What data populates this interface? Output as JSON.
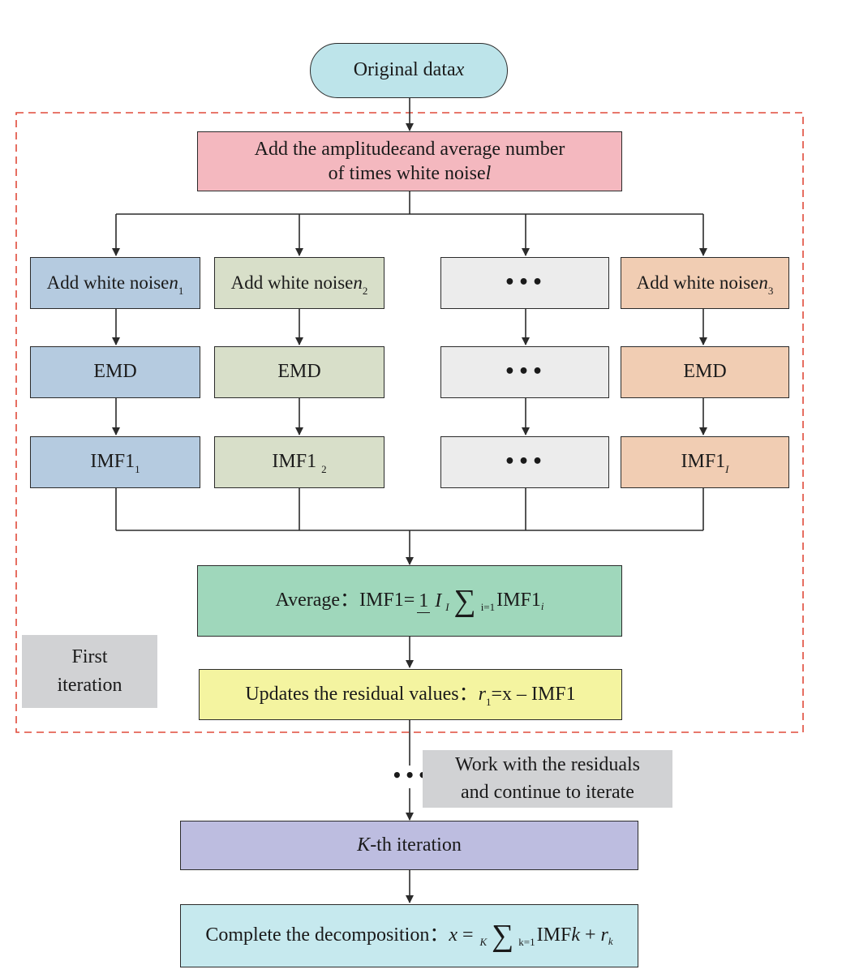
{
  "colors": {
    "start": "#bde4ea",
    "noise": "#f4b8bf",
    "column1": "#b5cbe0",
    "column2": "#d8dfc9",
    "column3": "#ececec",
    "column4": "#f1cdb3",
    "average": "#9fd7bb",
    "residual": "#f4f4a0",
    "kth": "#bdbde0",
    "complete": "#c6e9ee",
    "note": "#d1d2d4",
    "dashed_frame": "#e04a3a"
  },
  "start": {
    "label": "Original data ",
    "var": "x"
  },
  "noise_params": {
    "line1_pre": "Add the amplitude ",
    "eps": "ε",
    "line1_post": " and average number",
    "line2_pre": "of times white noise ",
    "l": "l"
  },
  "columns": [
    {
      "add_pre": "Add white noise ",
      "add_var": "n",
      "add_sub": "1",
      "emd": "EMD",
      "imf": "IMF1",
      "imf_sub": "1",
      "imf_sub_italic": false
    },
    {
      "add_pre": "Add white noise ",
      "add_var": "n",
      "add_sub": "2",
      "emd": "EMD",
      "imf": "IMF1 ",
      "imf_sub": "2",
      "imf_sub_italic": false
    },
    {
      "ellipsis": "•••"
    },
    {
      "add_pre": "Add white noise ",
      "add_var": "n",
      "add_sub": "3",
      "emd": "EMD",
      "imf": "IMF1",
      "imf_sub": "I",
      "imf_sub_italic": true
    }
  ],
  "average": {
    "label": "Average：IMF1=",
    "num": "1",
    "den": "I",
    "upper": "I",
    "lower": "i=1",
    "term": "IMF1",
    "term_sub": "i"
  },
  "residual": {
    "label": "Updates the residual values：",
    "r": "r",
    "r_sub": "1",
    "expr": "=x – IMF1"
  },
  "first_iteration_note": {
    "line1": "First",
    "line2": "iteration"
  },
  "continue_note": {
    "ellipsis": "•••",
    "line1": "Work with the residuals",
    "line2": "and continue to iterate"
  },
  "kth": {
    "K": "K",
    "label": "-th iteration"
  },
  "complete": {
    "label": "Complete the decomposition：",
    "x": "x",
    "eq": " = ",
    "upper": "K",
    "lower": "k=1",
    "term": "IMF",
    "k": "k",
    "plus": " + ",
    "r": "r",
    "r_sub": "k"
  }
}
